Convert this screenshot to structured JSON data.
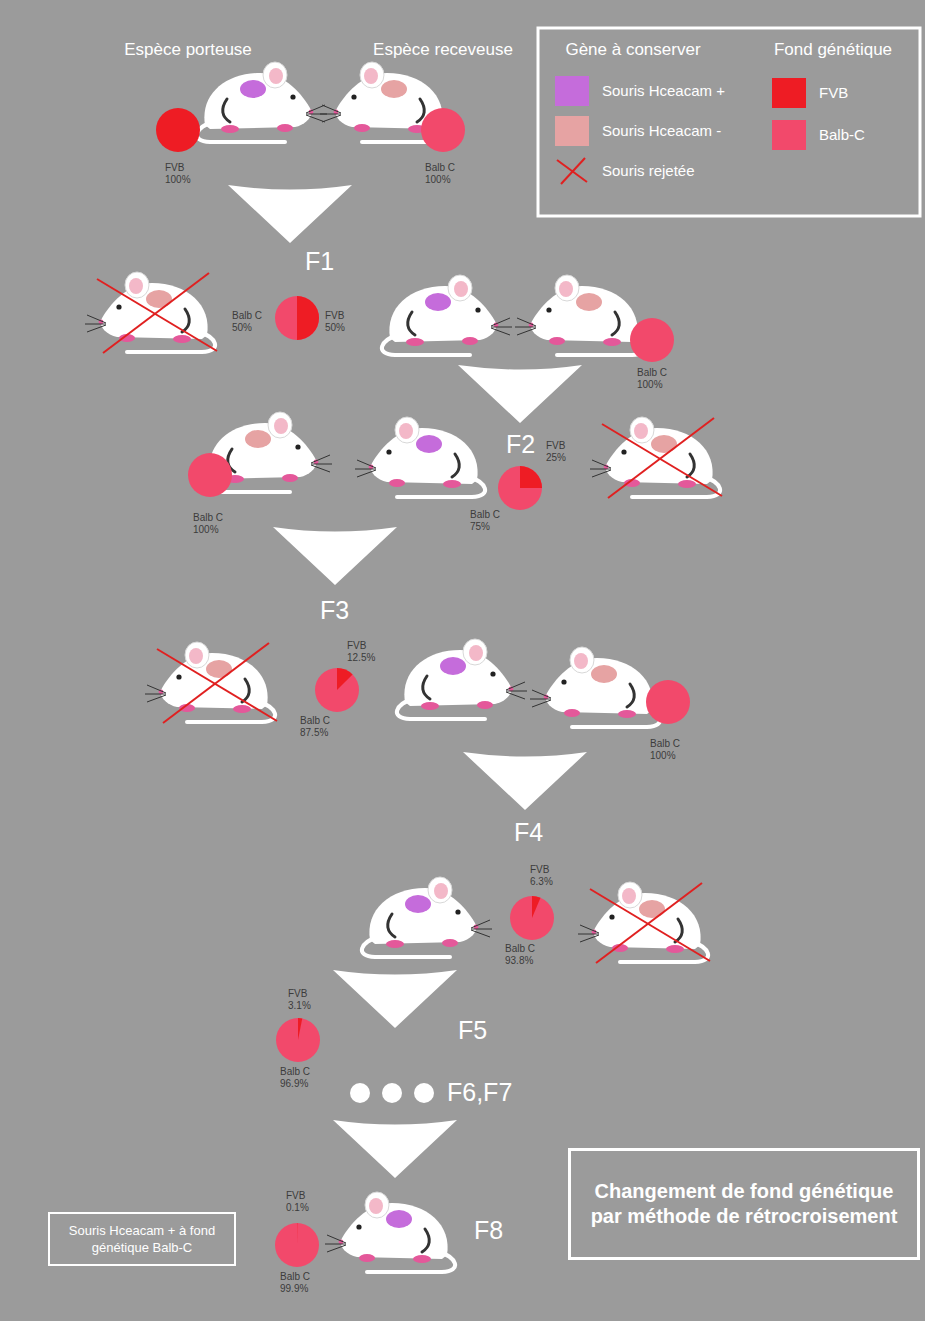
{
  "diagram": {
    "title": "Changement de fond génétique par méthode de rétrocroisement",
    "nodes": [
      {
        "text": [
          "Souris Hceacam + à fond génétique Balb-C"
        ]
      }
    ],
    "labels": [
      "Espèce porteuse",
      "Espèce receveuse",
      "Gène à conserver",
      "Fond génétique",
      "FVB 100%",
      "Balb C 100%",
      "F1",
      "Balb C 50%",
      "FVB 50%",
      "Balb C 100%",
      "F2",
      "FVB 25%",
      "Balb C 75%",
      "Balb C 100%",
      "F3",
      "FVB 12.5%",
      "Balb C 87.5%",
      "Balb C 100%",
      "F4",
      "FVB 6.3%",
      "Balb C 93.8%",
      "FVB 3.1%",
      "F5",
      "Balb C 96.9%",
      "F6,F7",
      "FVB 0.1%",
      "F8",
      "Balb C 99.9%"
    ],
    "legend": [
      {
        "text": "Souris Hceacam +",
        "color": "#c56cdb"
      },
      {
        "text": "Souris Hceacam -",
        "color": "#e6a3a3"
      },
      {
        "text": "Souris rejetée"
      },
      {
        "text": "FVB",
        "color": "#ee1c24"
      },
      {
        "text": "Balb-C",
        "color": "#f2496b"
      }
    ]
  }
}
